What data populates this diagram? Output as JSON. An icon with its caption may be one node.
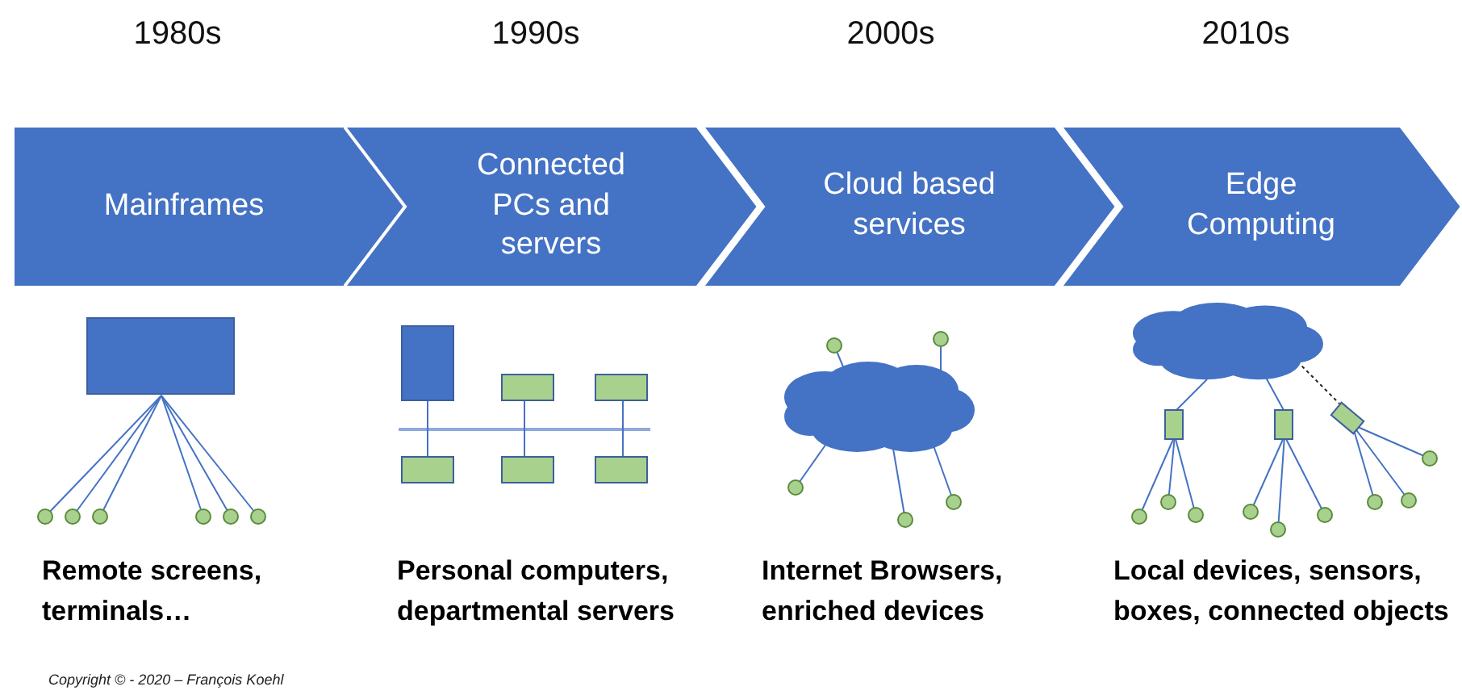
{
  "diagram": {
    "nodes": [
      {
        "text": [
          "Mainframes"
        ]
      },
      {
        "text": [
          "Connected PCs and servers"
        ]
      },
      {
        "text": [
          "Cloud based services"
        ]
      },
      {
        "text": [
          "Edge Computing"
        ]
      }
    ],
    "labels": [
      "1980s",
      "1990s",
      "2000s",
      "2010s",
      "Remote screens, terminals…",
      "Personal computers, departmental servers",
      "Internet Browsers, enriched devices",
      "Local devices, sensors, boxes, connected objects",
      "Copyright © - 2020 – François Koehl"
    ]
  }
}
